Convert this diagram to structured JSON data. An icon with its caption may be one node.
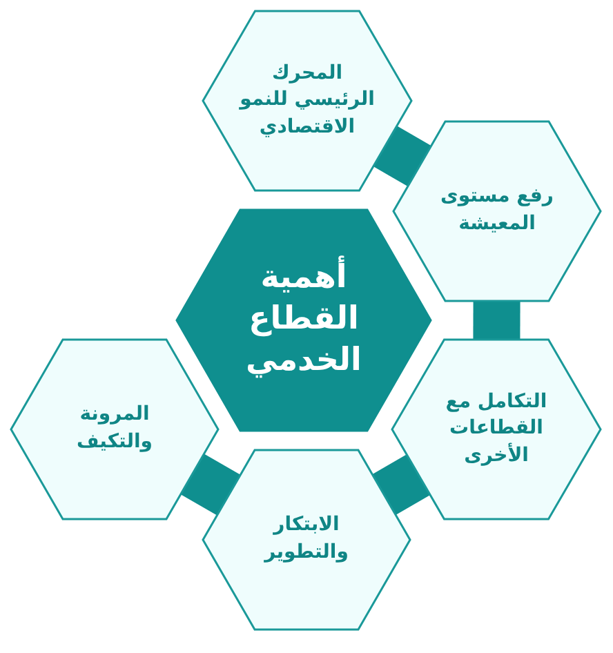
{
  "diagram": {
    "nodes": [
      {
        "text": [
          "أهمية القطاع الخدمي"
        ]
      },
      {
        "text": [
          "المحرك الرئيسي للنمو الاقتصادي"
        ]
      },
      {
        "text": [
          "رفع مستوى المعيشة"
        ]
      },
      {
        "text": [
          "التكامل مع القطاعات الأخرى"
        ]
      },
      {
        "text": [
          "الابتكار والتطوير"
        ]
      },
      {
        "text": [
          "المرونة والتكيف"
        ]
      }
    ],
    "edges": [
      {
        "from": 1,
        "to": 2,
        "arrow": "none"
      },
      {
        "from": 2,
        "to": 3,
        "arrow": "none"
      },
      {
        "from": 3,
        "to": 4,
        "arrow": "none"
      },
      {
        "from": 4,
        "to": 5,
        "arrow": "none"
      }
    ]
  }
}
